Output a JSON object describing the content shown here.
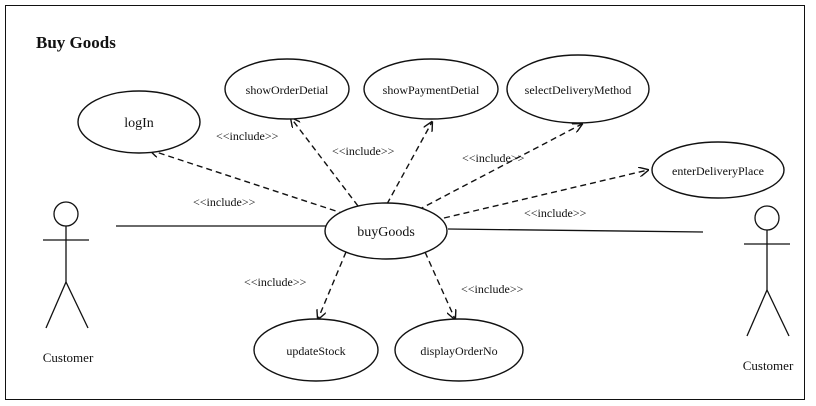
{
  "diagram": {
    "title": "Buy Goods",
    "actors": {
      "left": "Customer",
      "right": "Customer"
    },
    "use_cases": {
      "buyGoods": "buyGoods",
      "logIn": "logIn",
      "showOrderDetial": "showOrderDetial",
      "showPaymentDetial": "showPaymentDetial",
      "selectDeliveryMethod": "selectDeliveryMethod",
      "enterDeliveryPlace": "enterDeliveryPlace",
      "updateStock": "updateStock",
      "displayOrderNo": "displayOrderNo"
    },
    "relations": {
      "include_login": "<<include>>",
      "include_order": "<<include>>",
      "include_payment": "<<include>>",
      "include_method": "<<include>>",
      "include_place": "<<include>>",
      "include_stock": "<<include>>",
      "include_orderno": "<<include>>"
    }
  }
}
